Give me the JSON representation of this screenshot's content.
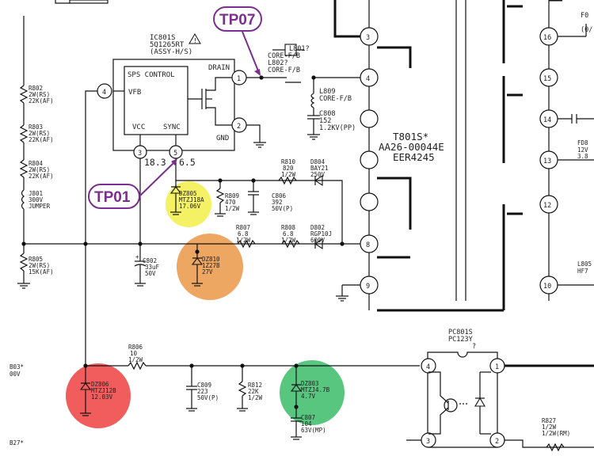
{
  "test_points": {
    "tp07": "TP07",
    "tp01": "TP01"
  },
  "ic801": {
    "ref": "IC801S",
    "part": "5Q1265RT",
    "assy": "(ASSY-H/S)",
    "block_title": "SPS CONTROL",
    "vfb": "VFB",
    "vcc": "VCC",
    "sync": "SYNC",
    "drain": "DRAIN",
    "gnd": "GND",
    "pins": [
      "1",
      "2",
      "3",
      "4",
      "5"
    ],
    "voltage_pin3": "18.3",
    "voltage_pin5": "6.5"
  },
  "transformer": {
    "ref": "T801S*",
    "part": "AA26-00044E",
    "code": "EER4245",
    "pins_left": [
      "3",
      "4",
      "8",
      "9"
    ],
    "pins_right": [
      "16",
      "15",
      "14",
      "13",
      "12",
      "10"
    ]
  },
  "components": {
    "l801": [
      "L801?",
      "CORE-F/B"
    ],
    "l802": [
      "L802?",
      "CORE-F/B"
    ],
    "l809": [
      "L809",
      "CORE-F/B"
    ],
    "c808": [
      "C808",
      "152",
      "1.2KV(PP)"
    ],
    "r802": [
      "R802",
      "2W(RS)",
      "22K(AF)"
    ],
    "r803": [
      "R803",
      "2W(RS)",
      "22K(AF)"
    ],
    "r804": [
      "R804",
      "2W(RS)",
      "22K(AF)"
    ],
    "j801": [
      "J801",
      "300V",
      "JUMPER"
    ],
    "r805": [
      "R805",
      "2W(RS)",
      "15K(AF)"
    ],
    "dz805": [
      "DZ805",
      "MTZJ18A",
      "17.06V"
    ],
    "r809": [
      "R809",
      "470",
      "1/2W"
    ],
    "c806": [
      "C806",
      "392",
      "50V(P)"
    ],
    "r810": [
      "R810",
      "820",
      "1/2W"
    ],
    "d804": [
      "D804",
      "BAY21",
      "250V"
    ],
    "c802": [
      "C802",
      "33uF",
      "50V"
    ],
    "dz810": [
      "DZ810",
      "1Z27B",
      "27V"
    ],
    "r807": [
      "R807",
      "6.8",
      "1/2W"
    ],
    "r808": [
      "R808",
      "6.8",
      "1/2W"
    ],
    "d802": [
      "D802",
      "RGP10J",
      "600V"
    ],
    "r806": [
      "R806",
      "10",
      "1/2W"
    ],
    "dz806": [
      "DZ806",
      "MTZJ12B",
      "12.03V"
    ],
    "c809": [
      "C809",
      "223",
      "50V(P)"
    ],
    "r812": [
      "R812",
      "22K",
      "1/2W"
    ],
    "dz803": [
      "DZ803",
      "MTZJ4.7B",
      "4.7V"
    ],
    "c807": [
      "C807",
      "104",
      "63V(MP)"
    ],
    "pc801": [
      "PC801S",
      "PC123Y",
      "?"
    ],
    "pc801_pins": [
      "4",
      "1",
      "3",
      "2"
    ],
    "r827": [
      "R827",
      "1/2W(RM)",
      "1/2W"
    ]
  },
  "edge_labels": {
    "left_b803": "B03*",
    "left_100v": "00V",
    "left_b827": "B27*",
    "right_f0": "F0",
    "right_f0_val": "(0/",
    "right_fd8": "FD8",
    "right_12v": "12V",
    "right_3_8": "3.8",
    "right_l805": "L805",
    "right_hf7": "HF7"
  },
  "highlights": [
    {
      "part": "DZ805",
      "color": "#f3ef4a"
    },
    {
      "part": "DZ810",
      "color": "#eb9748"
    },
    {
      "part": "DZ806",
      "color": "#ee3f41"
    },
    {
      "part": "DZ803",
      "color": "#3bbc67"
    }
  ],
  "tp_color": "#7a2f8e"
}
